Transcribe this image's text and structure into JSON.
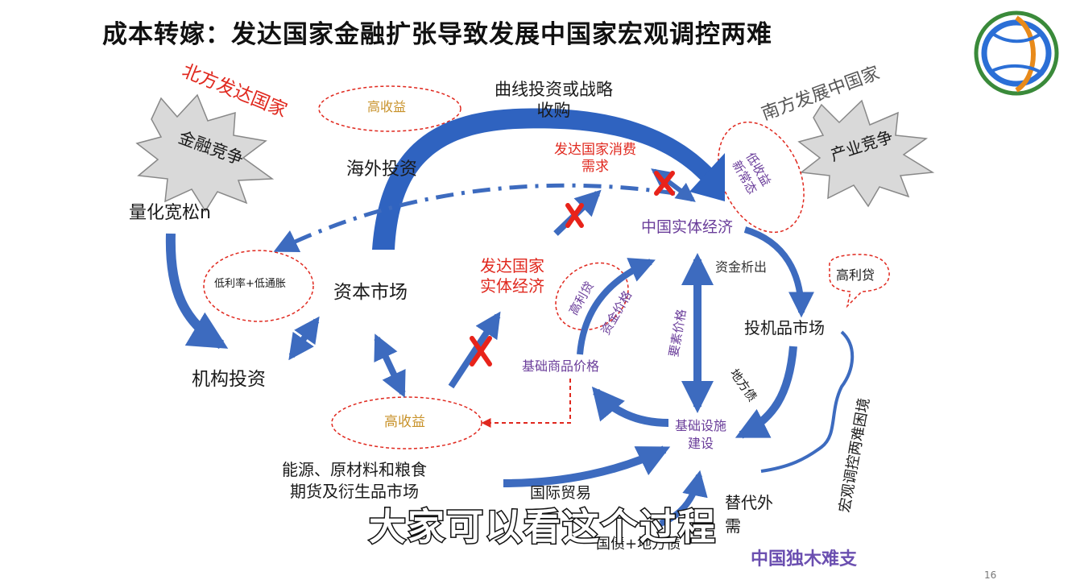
{
  "slide": {
    "title": "成本转嫁：发达国家金融扩张导致发展中国家宏观调控两难",
    "page_number": "16",
    "subtitle": "大家可以看这个过程",
    "logo_icon": "globe-logo-icon"
  },
  "colors": {
    "arrow_blue": "#3d6bbf",
    "red_text": "#e0281e",
    "purple_text": "#6a3d9a",
    "gold_text": "#c8922a",
    "burst_gray": "#d9d9d9"
  },
  "labels": {
    "north_developed": "北方发达国家",
    "financial_competition": "金融竞争",
    "quantitative_easing": "量化宽松n",
    "low_rate_low_inflation": "低利率+低通胀",
    "institutional_investment": "机构投资",
    "capital_market": "资本市场",
    "overseas_investment": "海外投资",
    "high_return_top": "高收益",
    "curve_investment": "曲线投资或战略\n收购",
    "developed_consumer_demand": "发达国家消费\n需求",
    "developed_real_economy": "发达国家\n实体经济",
    "high_interest_loan_left": "高利贷",
    "capital_price": "资金价格",
    "commodity_prices": "基础商品价格",
    "high_return_bottom": "高收益",
    "energy_futures": "能源、原材料和粮食\n期货及衍生品市场",
    "international_trade": "国际贸易",
    "bonds": "国债+地方债",
    "south_developing": "南方发展中国家",
    "industrial_competition": "产业竞争",
    "low_return_new_normal": "低收益\n新常态",
    "china_real_economy": "中国实体经济",
    "capital_outflow": "资金析出",
    "high_interest_loan_right": "高利贷",
    "speculative_market": "投机品市场",
    "factor_price": "要素价格",
    "local_debt": "地方债",
    "infrastructure": "基础设施\n建设",
    "substitute_external_demand": "替代外\n需",
    "macro_dilemma": "宏观调控两难困境",
    "china_alone": "中国独木难支"
  }
}
